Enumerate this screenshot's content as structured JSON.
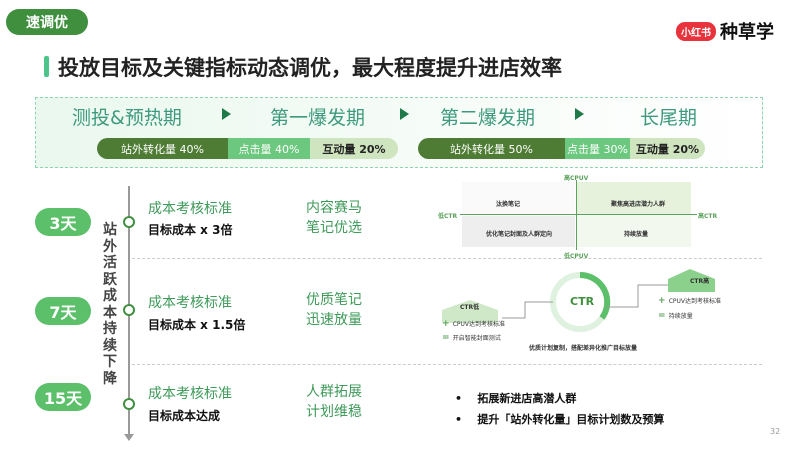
{
  "tag": "速调优",
  "logo": {
    "badge": "小红书",
    "text": "种草学"
  },
  "title": "投放目标及关键指标动态调优，最大程度提升进店效率",
  "phases": [
    "测投&预热期",
    "第一爆发期",
    "第二爆发期",
    "长尾期"
  ],
  "bar1": {
    "dark": "站外转化量 40%",
    "mid": "点击量 40%",
    "light": "互动量 20%"
  },
  "bar2": {
    "dark": "站外转化量 50%",
    "mid": "点击量 30%",
    "light": "互动量 20%"
  },
  "vertical_label": "站外活跃成本持续下降",
  "rows": [
    {
      "day": "3天",
      "std": "成本考核标准",
      "target": "目标成本 x 3倍",
      "action1": "内容赛马",
      "action2": "笔记优选"
    },
    {
      "day": "7天",
      "std": "成本考核标准",
      "target": "目标成本 x 1.5倍",
      "action1": "优质笔记",
      "action2": "迅速放量"
    },
    {
      "day": "15天",
      "std": "成本考核标准",
      "target": "目标成本达成",
      "action1": "人群拓展",
      "action2": "计划维稳"
    }
  ],
  "quad": {
    "top": "高CPUV",
    "bottom": "低CPUV",
    "left": "低CTR",
    "right": "高CTR",
    "q1": "汰换笔记",
    "q2": "聚焦高进店潜力人群",
    "q3": "优化笔记封面及人群定向",
    "q4": "持续放量"
  },
  "ctr": {
    "center": "CTR",
    "low": "CTR低",
    "high": "CTR高",
    "low_items": [
      "CPUV达到考核标准",
      "开启智能封面测试"
    ],
    "high_items": [
      "CPUV达到考核标准",
      "持续放量"
    ],
    "caption": "优质计划复制，搭配差异化推广目标放量"
  },
  "bullets": [
    "拓展新进店高潜人群",
    "提升「站外转化量」目标计划数及预算"
  ],
  "page": "32"
}
